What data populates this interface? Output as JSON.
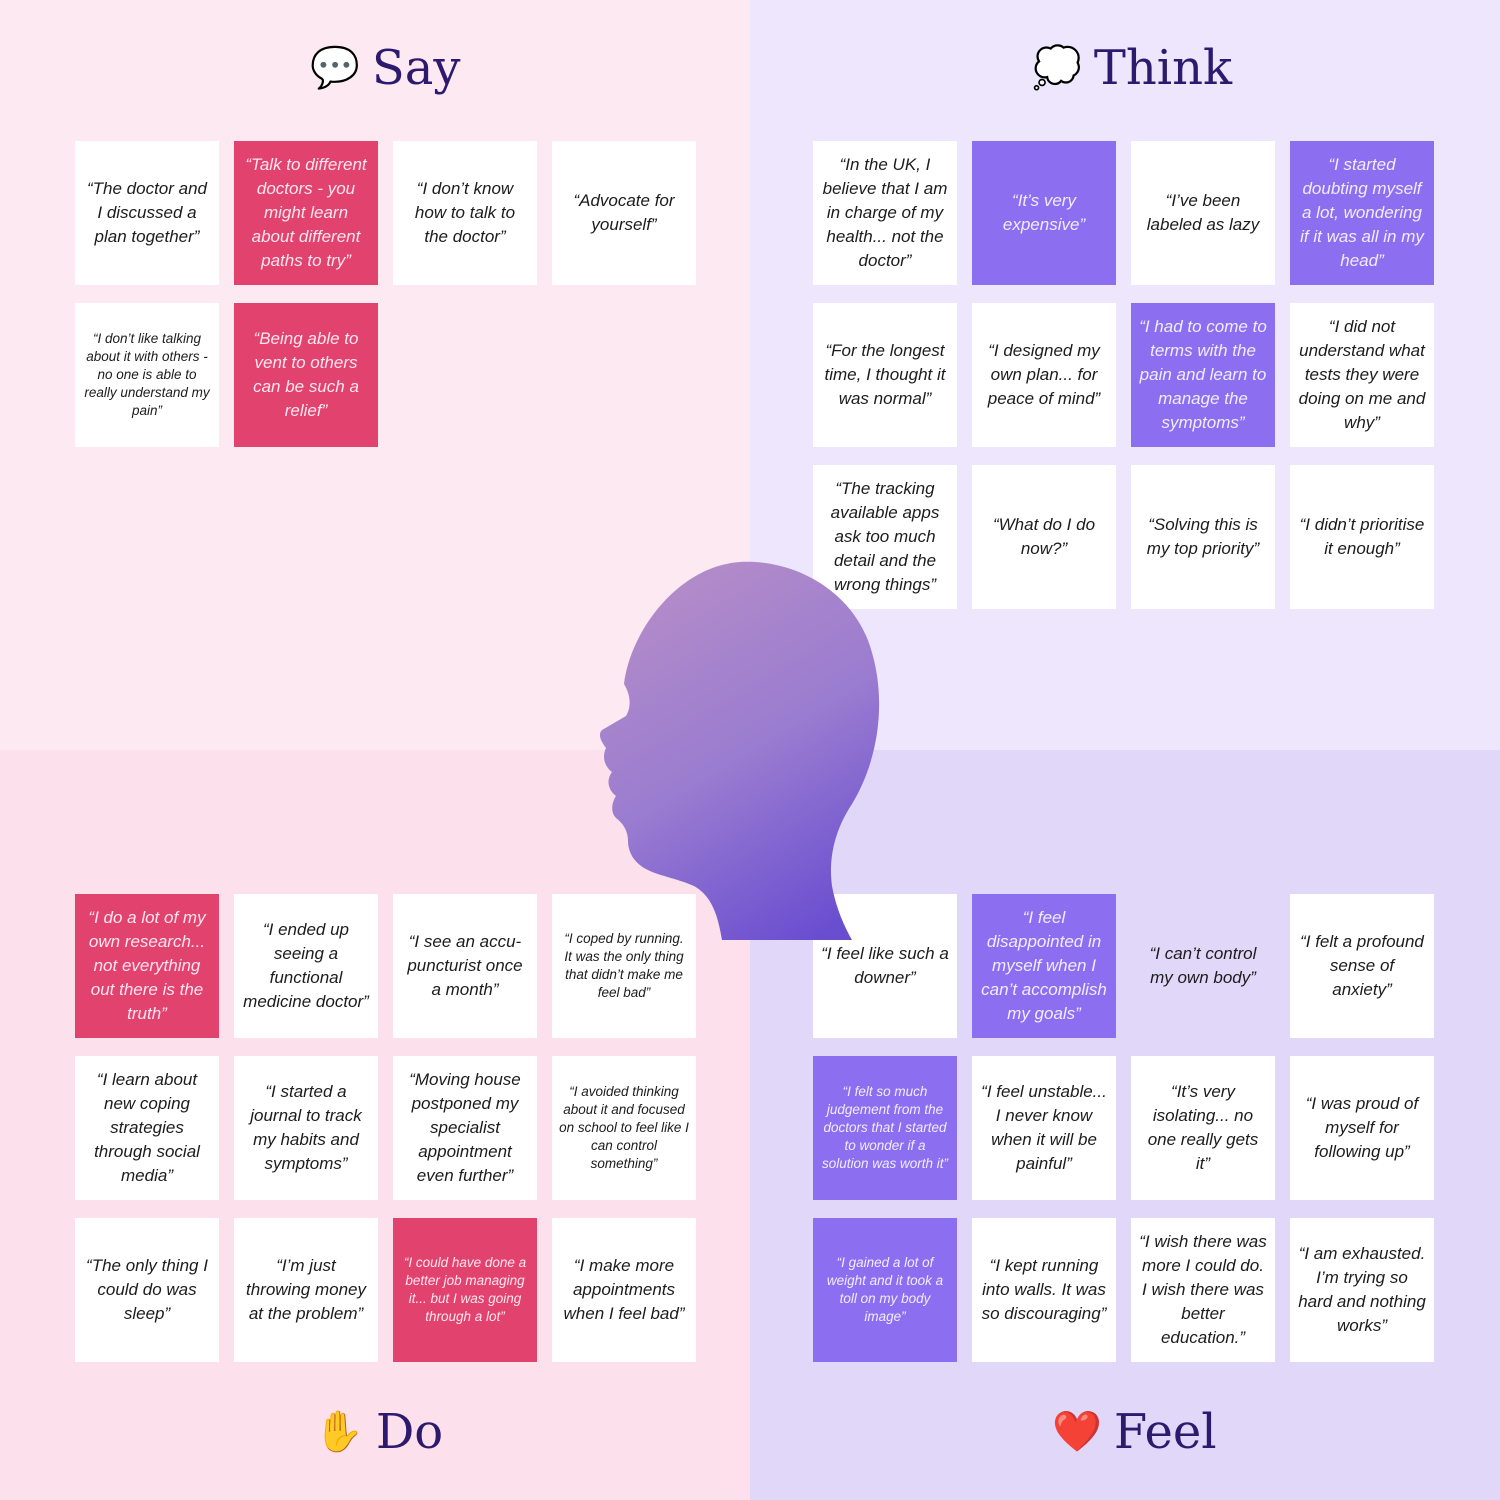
{
  "quadrants": {
    "say": {
      "title": "Say",
      "icon": "speech-bubble-icon",
      "icon_glyph": "💬"
    },
    "think": {
      "title": "Think",
      "icon": "thought-bubble-icon",
      "icon_glyph": "💭"
    },
    "do": {
      "title": "Do",
      "icon": "raised-hand-icon",
      "icon_glyph": "✋"
    },
    "feel": {
      "title": "Feel",
      "icon": "red-heart-icon",
      "icon_glyph": "❤️"
    }
  },
  "colors": {
    "say_bg": "#fde9f2",
    "think_bg": "#ede6fc",
    "do_bg": "#fce0ec",
    "feel_bg": "#e1d7f9",
    "note_white": "#ffffff",
    "note_pink": "#e1426e",
    "note_purple": "#8b6ff0",
    "title_text": "#2d1a6e"
  },
  "notes": {
    "say": [
      {
        "text": "“The doctor and I discussed a plan together”",
        "color": "white"
      },
      {
        "text": "“Talk to different doctors - you might learn about different paths to try”",
        "color": "pink"
      },
      {
        "text": "“I don’t know how to talk to the doctor”",
        "color": "white"
      },
      {
        "text": "“Advocate for yourself”",
        "color": "white"
      },
      {
        "text": "“I don’t like talking about it with others - no one is able to really understand my pain”",
        "color": "white",
        "size": "small"
      },
      {
        "text": "“Being able to vent to others can be such a relief”",
        "color": "pink"
      }
    ],
    "think": [
      {
        "text": "“In the UK, I believe that I am in charge of my health... not the doctor”",
        "color": "white"
      },
      {
        "text": "“It’s very expensive”",
        "color": "purple"
      },
      {
        "text": "“I’ve been labeled as lazy",
        "color": "white"
      },
      {
        "text": "“I started doubting myself a lot, wondering if it was all in my head”",
        "color": "purple"
      },
      {
        "text": "“For the longest time, I thought it was normal”",
        "color": "white"
      },
      {
        "text": "“I designed my own plan... for peace of mind”",
        "color": "white"
      },
      {
        "text": "“I had to come to terms with the pain and learn to manage the symptoms”",
        "color": "purple"
      },
      {
        "text": "“I did not understand what tests they were doing on me and why”",
        "color": "white"
      },
      {
        "text": "“The tracking available apps ask too much detail and the wrong things”",
        "color": "white"
      },
      {
        "text": "“What do I do now?”",
        "color": "white"
      },
      {
        "text": "“Solving this is my top priority”",
        "color": "white"
      },
      {
        "text": "“I didn’t prioritise it enough”",
        "color": "white"
      }
    ],
    "do": [
      {
        "text": "“I do a lot of my own research... not everything out there is the truth”",
        "color": "pink"
      },
      {
        "text": "“I ended up seeing a functional medicine doctor”",
        "color": "white"
      },
      {
        "text": "“I see an accu-puncturist once a month”",
        "color": "white"
      },
      {
        "text": "“I coped by running. It was the only thing that didn’t make me feel bad”",
        "color": "white",
        "size": "small"
      },
      {
        "text": "“I learn about new coping strategies through social media”",
        "color": "white"
      },
      {
        "text": "“I started a journal to track my habits and symptoms”",
        "color": "white"
      },
      {
        "text": "“Moving house postponed my specialist appointment even further”",
        "color": "white"
      },
      {
        "text": "“I avoided thinking about it and focused on school to feel like I can control something”",
        "color": "white",
        "size": "small"
      },
      {
        "text": "“The only thing I could do was sleep”",
        "color": "white"
      },
      {
        "text": "“I’m just throwing money at the problem”",
        "color": "white"
      },
      {
        "text": "“I could have done a better job managing it... but I was going through a lot”",
        "color": "pink",
        "size": "small"
      },
      {
        "text": "“I make more appointments when I feel bad”",
        "color": "white"
      }
    ],
    "feel": [
      {
        "text": "“I feel like such a downer”",
        "color": "white"
      },
      {
        "text": "“I feel disappointed in myself when I can’t accomplish my goals”",
        "color": "purple"
      },
      {
        "text": "“I can’t control my own body”",
        "color": "empty"
      },
      {
        "text": "“I felt a profound sense of anxiety”",
        "color": "white"
      },
      {
        "text": "“I felt so much judgement from the doctors that I started to wonder if a solution was worth it”",
        "color": "purple",
        "size": "small"
      },
      {
        "text": "“I feel unstable... I never know when it will be painful”",
        "color": "white"
      },
      {
        "text": "“It’s very isolating... no one really gets it”",
        "color": "white"
      },
      {
        "text": "“I was proud of myself for following up”",
        "color": "white"
      },
      {
        "text": "“I gained a lot of weight and it took a toll on my body image”",
        "color": "purple",
        "size": "small"
      },
      {
        "text": "“I kept running into walls. It was so discouraging”",
        "color": "white"
      },
      {
        "text": "“I wish there was more I could do. I wish there was better education.”",
        "color": "white"
      },
      {
        "text": "“I am exhausted. I’m trying so hard and nothing works”",
        "color": "white"
      }
    ]
  }
}
